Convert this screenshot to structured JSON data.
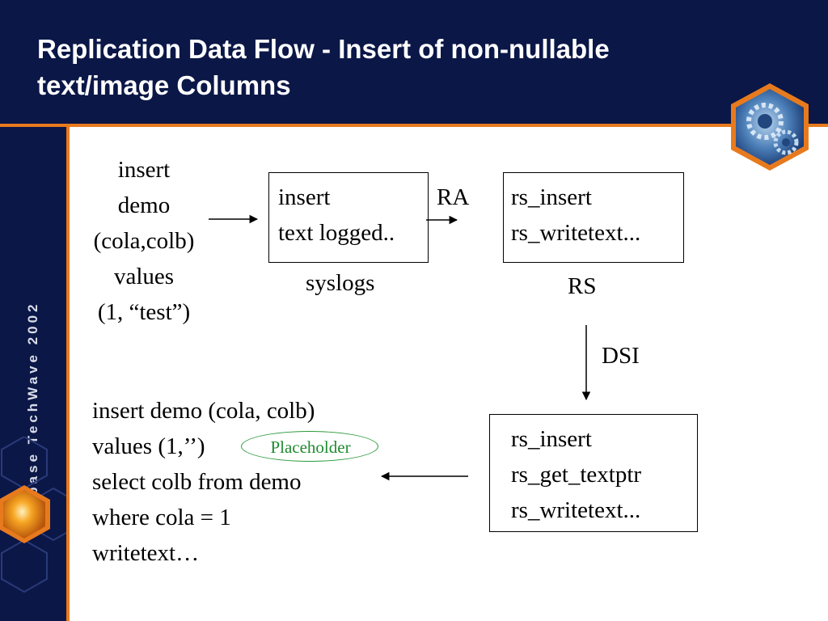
{
  "slide": {
    "title": "Replication Data Flow - Insert of non-nullable text/image Columns",
    "sidebar_text": "Sybase TechWave 2002"
  },
  "diagram": {
    "source_sql": [
      "insert",
      "demo",
      "(cola,colb)",
      "values",
      "(1, “test”)"
    ],
    "syslogs_box": {
      "lines": [
        "insert",
        "text logged.."
      ],
      "caption": "syslogs"
    },
    "ra_label": "RA",
    "rs_box": {
      "lines": [
        "rs_insert",
        "rs_writetext..."
      ],
      "caption": "RS"
    },
    "dsi_label": "DSI",
    "dsi_box": {
      "lines": [
        "rs_insert",
        "rs_get_textptr",
        "rs_writetext..."
      ]
    },
    "target_sql": [
      "insert demo (cola, colb)",
      "values (1,’’)",
      "select colb from demo",
      "where cola = 1",
      "writetext…"
    ],
    "placeholder_label": "Placeholder"
  },
  "colors": {
    "header_bg": "#0b1747",
    "accent": "#e87a1e",
    "placeholder": "#2a9a3a"
  }
}
